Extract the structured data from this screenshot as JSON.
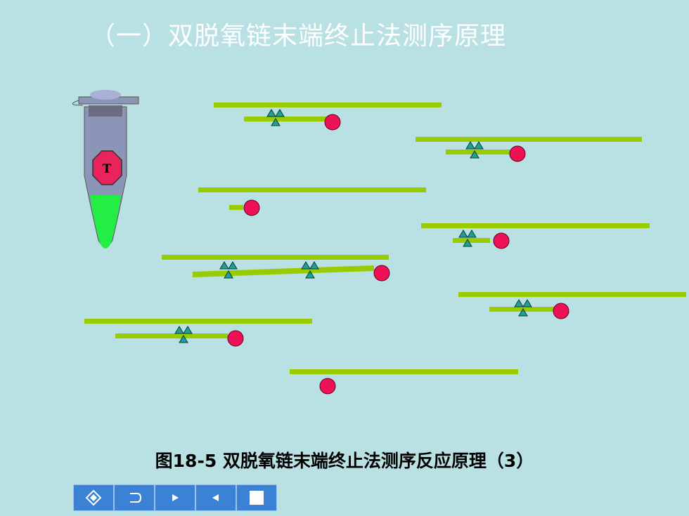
{
  "title": "（一）双脱氧链末端终止法测序原理",
  "caption": "图18-5 双脱氧链末端终止法测序反应原理（3）",
  "tube": {
    "label": "T",
    "stop_color": "#e8245a",
    "liquid_color": "#22ee44"
  },
  "colors": {
    "strand": "#99cc00",
    "terminator": "#ee1155",
    "marker": "#20a090",
    "background": "#b9e1e3"
  },
  "nav": {
    "buttons": [
      {
        "name": "home-button",
        "icon": "diamond-icon"
      },
      {
        "name": "return-button",
        "icon": "return-icon"
      },
      {
        "name": "next-button",
        "icon": "play-icon"
      },
      {
        "name": "previous-button",
        "icon": "back-icon"
      },
      {
        "name": "stop-button",
        "icon": "stop-square-icon"
      }
    ]
  }
}
